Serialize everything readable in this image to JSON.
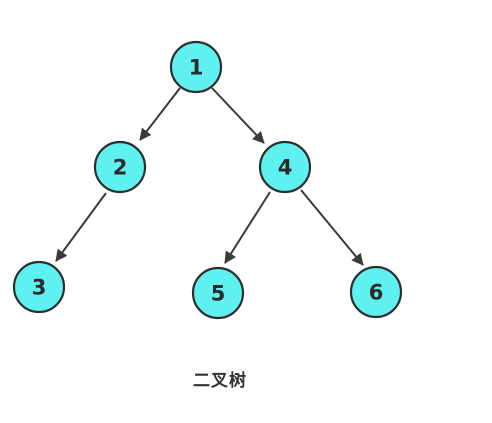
{
  "diagram": {
    "caption": "二叉树",
    "node_fill": "#5ff0f0",
    "node_stroke": "#2e2e2e",
    "edge_color": "#3a3a3a",
    "nodes": [
      {
        "id": "n1",
        "label": "1"
      },
      {
        "id": "n2",
        "label": "2"
      },
      {
        "id": "n4",
        "label": "4"
      },
      {
        "id": "n3",
        "label": "3"
      },
      {
        "id": "n5",
        "label": "5"
      },
      {
        "id": "n6",
        "label": "6"
      }
    ],
    "edges": [
      {
        "from": "1",
        "to": "2"
      },
      {
        "from": "1",
        "to": "4"
      },
      {
        "from": "2",
        "to": "3"
      },
      {
        "from": "4",
        "to": "5"
      },
      {
        "from": "4",
        "to": "6"
      }
    ]
  }
}
